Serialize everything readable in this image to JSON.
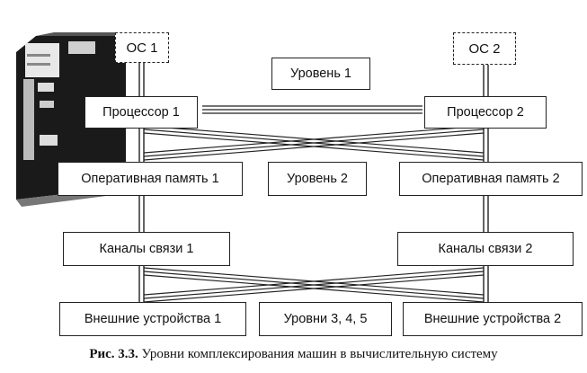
{
  "diagram": {
    "os1": "ОС 1",
    "os2": "ОС 2",
    "level1": "Уровень 1",
    "proc1": "Процессор 1",
    "proc2": "Процессор 2",
    "ram1": "Оперативная память 1",
    "level2": "Уровень 2",
    "ram2": "Оперативная память 2",
    "chan1": "Каналы связи 1",
    "chan2": "Каналы связи 2",
    "ext1": "Внешние устройства 1",
    "level345": "Уровни 3, 4, 5",
    "ext2": "Внешние устройства 2"
  },
  "caption": {
    "label": "Рис. 3.3.",
    "text": " Уровни комплексирования машин в вычислительную систему"
  }
}
